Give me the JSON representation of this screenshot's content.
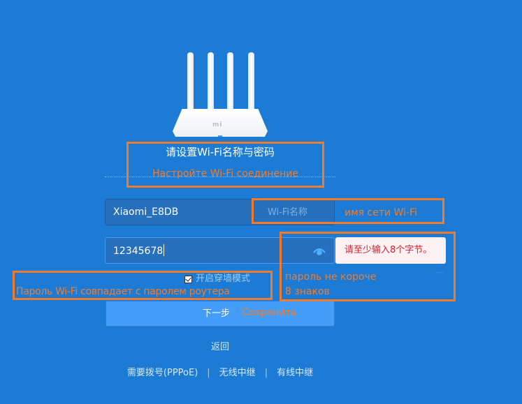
{
  "router_image": {
    "logo": "mi"
  },
  "header": {
    "title": "请设置Wi-Fi名称与密码"
  },
  "form": {
    "ssid": {
      "value": "Xiaomi_E8DB",
      "placeholder": "Wi-Fi名称"
    },
    "password": {
      "value": "12345678",
      "toggle_icon": "eye-icon"
    },
    "error_tooltip": "请至少输入8个字节。",
    "checkbox": {
      "label": "开启穿墙模式",
      "checked": true
    },
    "next_button": "下一步",
    "back_link": "返回"
  },
  "footer_links": [
    {
      "label": "需要拨号(PPPoE)"
    },
    {
      "label": "无线中继"
    },
    {
      "label": "有线中继"
    }
  ],
  "footer_separator": "|",
  "annotations": {
    "title": "Настройте Wi-Fi соединение",
    "ssid": "имя сети Wi-Fi",
    "password_line1": "пароль не короче",
    "password_line2": "8 знаков",
    "checkbox": "Пароль Wi-Fi совпадает с паролем роутера",
    "save": "Сохранить"
  },
  "colors": {
    "background": "#1c7cd5",
    "input_background": "#2670be",
    "button_background": "#449df9",
    "error_text": "#d1202c",
    "annotation": "#f47b2a"
  }
}
